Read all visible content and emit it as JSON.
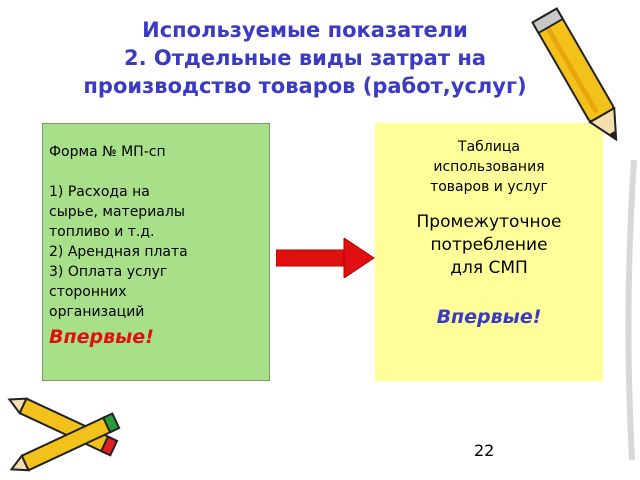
{
  "title": {
    "line1": "Используемые показатели",
    "line2": "2. Отдельные виды затрат на",
    "line3": "производство товаров (работ,услуг)"
  },
  "left_box": {
    "form_name": "Форма № МП-сп",
    "lines": [
      "1) Расхода на",
      "сырье, материалы",
      "топливо и т.д.",
      "2) Арендная плата",
      "3) Оплата услуг",
      "сторонних",
      "организаций"
    ],
    "accent": "Впервые!"
  },
  "right_box": {
    "heading_lines": [
      "Таблица",
      "использования",
      "товаров и услуг"
    ],
    "body_lines": [
      "Промежуточное",
      "потребление",
      "для СМП"
    ],
    "accent": "Впервые!"
  },
  "page_number": "22",
  "colors": {
    "title": "#3a3ac4",
    "left_box_bg": "#a8e08a",
    "right_box_bg": "#ffff99",
    "arrow": "#e01010",
    "left_accent": "#e01010",
    "right_accent": "#3a3ac4"
  },
  "icons": [
    "pencil-icon",
    "pencils-icon",
    "arrow-right-icon"
  ]
}
